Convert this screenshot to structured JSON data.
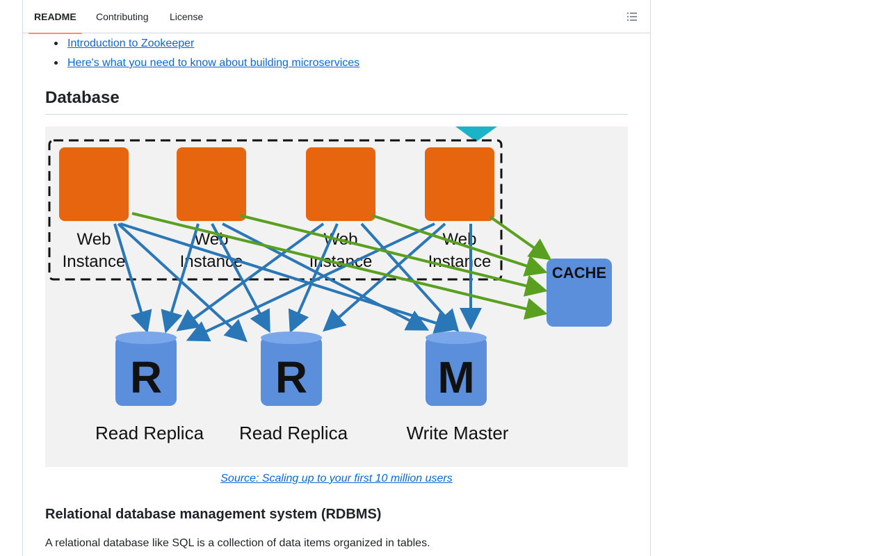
{
  "tabs": [
    {
      "label": "README",
      "active": true
    },
    {
      "label": "Contributing",
      "active": false
    },
    {
      "label": "License",
      "active": false
    }
  ],
  "outline_icon": "list-unordered-icon",
  "links": [
    "Introduction to Zookeeper",
    "Here's what you need to know about building microservices"
  ],
  "section": {
    "heading": "Database",
    "caption": "Source: Scaling up to your first 10 million users",
    "subheading": "Relational database management system (RDBMS)",
    "paragraph": "A relational database like SQL is a collection of data items organized in tables."
  },
  "diagram": {
    "web_instances": [
      {
        "line1": "Web",
        "line2": "Instance"
      },
      {
        "line1": "Web",
        "line2": "Instance"
      },
      {
        "line1": "Web",
        "line2": "Instance"
      },
      {
        "line1": "Web",
        "line2": "Instance"
      }
    ],
    "cache_label": "CACHE",
    "databases": [
      {
        "letter": "R",
        "label": "Read Replica"
      },
      {
        "letter": "R",
        "label": "Read Replica"
      },
      {
        "letter": "M",
        "label": "Write Master"
      }
    ],
    "colors": {
      "web": "#e8650f",
      "db": "#5b8fdb",
      "db_top": "#7aa7ea",
      "arrow_db": "#2a77b8",
      "arrow_cache": "#5aa020",
      "accent_teal": "#1bb3c8"
    }
  },
  "colors": {
    "link": "#0969da",
    "active_tab_underline": "#fd8c73",
    "border": "#d1d9e0",
    "text": "#1f2328"
  }
}
